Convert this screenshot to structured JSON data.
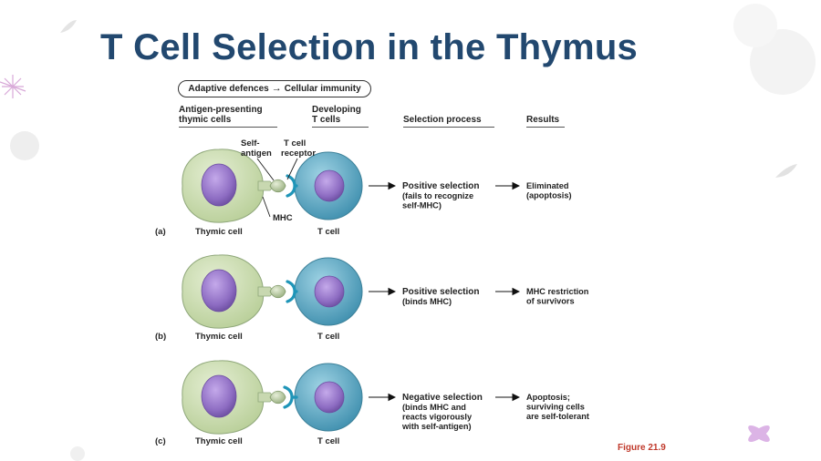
{
  "slide": {
    "title": "T Cell Selection in the Thymus",
    "breadcrumb": {
      "from": "Adaptive defences",
      "arrow": "→",
      "to": "Cellular immunity"
    },
    "figure_label": "Figure 21.9"
  },
  "headers": {
    "apc_line1": "Antigen-presenting",
    "apc_line2": "thymic cells",
    "dev_line1": "Developing",
    "dev_line2": "T cells",
    "process": "Selection process",
    "results": "Results"
  },
  "callouts": {
    "self_antigen_1": "Self-",
    "self_antigen_2": "antigen",
    "tcr_1": "T cell",
    "tcr_2": "receptor",
    "mhc": "MHC"
  },
  "rows": [
    {
      "letter": "(a)",
      "thymic_label": "Thymic cell",
      "tcell_label": "T cell",
      "process_title": "Positive selection",
      "process_lines": [
        "(fails to recognize",
        "self-MHC)"
      ],
      "result_lines": [
        "Eliminated",
        "(apoptosis)"
      ]
    },
    {
      "letter": "(b)",
      "thymic_label": "Thymic cell",
      "tcell_label": "T cell",
      "process_title": "Positive selection",
      "process_lines": [
        "(binds MHC)"
      ],
      "result_lines": [
        "MHC restriction",
        "of survivors"
      ]
    },
    {
      "letter": "(c)",
      "thymic_label": "Thymic cell",
      "tcell_label": "T cell",
      "process_title": "Negative selection",
      "process_lines": [
        "(binds MHC and",
        "reacts vigorously",
        "with self-antigen)"
      ],
      "result_lines": [
        "Apoptosis;",
        "surviving cells",
        "are self-tolerant"
      ]
    }
  ],
  "colors": {
    "title": "#22486f",
    "thymic_cell": "#cfdfb4",
    "thymic_cell_stroke": "#8fa77a",
    "nucleus": "#9a79c9",
    "nucleus_dark": "#6d4ea2",
    "t_cell": "#5fa9c6",
    "t_cell_stroke": "#3d8199",
    "receptor": "#1f95b8",
    "figure_label": "#c0392b"
  }
}
